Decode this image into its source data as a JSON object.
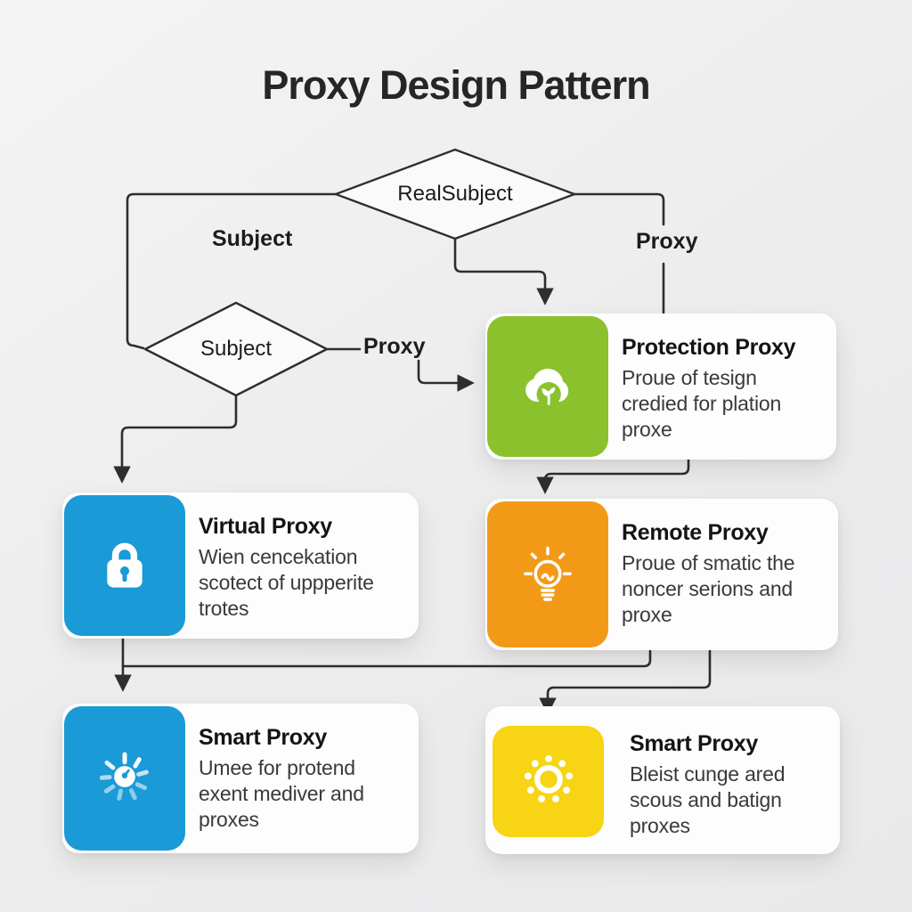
{
  "title": "Proxy Design Pattern",
  "colors": {
    "background": "#ededee",
    "card": "#fdfdfd",
    "line": "#2e2e2e",
    "green": "#8bc12d",
    "blue": "#1a9ad6",
    "orange": "#f29a18",
    "yellow": "#f7d414"
  },
  "diagram": {
    "diamonds": [
      {
        "id": "real-subject",
        "label": "RealSubject"
      },
      {
        "id": "subject",
        "label": "Subject"
      }
    ],
    "edge_labels": [
      {
        "id": "subject-top",
        "label": "Subject"
      },
      {
        "id": "proxy-top",
        "label": "Proxy"
      },
      {
        "id": "proxy-mid",
        "label": "Proxy"
      }
    ],
    "cards": [
      {
        "id": "protection-proxy",
        "title": "Protection Proxy",
        "body": "Proue of tesign\ncredied for plation\nproxe",
        "icon": "cloud-sprout-icon",
        "tile_color": "#8bc12d"
      },
      {
        "id": "virtual-proxy",
        "title": "Virtual Proxy",
        "body": "Wien cencekation\nscotect of uppperite\ntrotes",
        "icon": "padlock-icon",
        "tile_color": "#1a9ad6"
      },
      {
        "id": "remote-proxy",
        "title": "Remote Proxy",
        "body": "Proue of smatic the\nnoncer serions and\nproxe",
        "icon": "lightbulb-icon",
        "tile_color": "#f29a18"
      },
      {
        "id": "smart-proxy-left",
        "title": "Smart Proxy",
        "body": "Umee for protend\nexent mediver and\nproxes",
        "icon": "gauge-rays-icon",
        "tile_color": "#1a9ad6"
      },
      {
        "id": "smart-proxy-right",
        "title": "Smart Proxy",
        "body": "Bleist cunge ared\nscous and batign\nproxes",
        "icon": "sun-dots-icon",
        "tile_color": "#f7d414"
      }
    ]
  }
}
